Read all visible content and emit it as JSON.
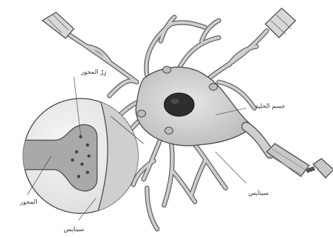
{
  "labels": {
    "terminal_button": "زِرّ المحور",
    "cell_body": "جسم الخلية",
    "synapse_main": "سيناپس",
    "axon": "المحور",
    "synapse_inset": "سيناپس"
  },
  "colors": {
    "membrane": "#d4d4d4",
    "outline": "#555555",
    "nucleus": "#2e2e2e",
    "inset_bg": "#f2f2f2",
    "background": "#ffffff"
  }
}
